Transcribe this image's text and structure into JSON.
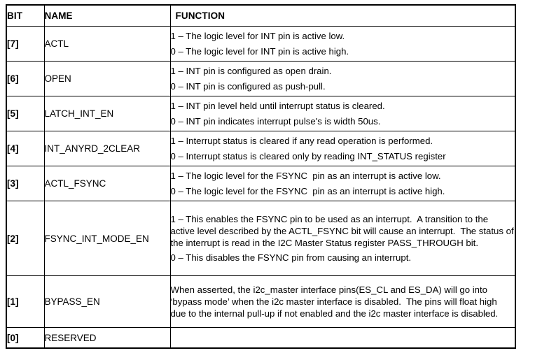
{
  "table": {
    "headers": {
      "bit": "BIT",
      "name": "NAME",
      "function": "FUNCTION"
    },
    "rows": [
      {
        "bit": "[7]",
        "name": "ACTL",
        "lines": [
          "1 – The logic level for INT pin is active low.",
          "0 – The logic level for INT pin is active high."
        ]
      },
      {
        "bit": "[6]",
        "name": "OPEN",
        "lines": [
          "1 – INT pin is configured as open drain.",
          "0 – INT pin is configured as push-pull."
        ]
      },
      {
        "bit": "[5]",
        "name": "LATCH_INT_EN",
        "lines": [
          "1 – INT pin level held until interrupt status is cleared.",
          "0 – INT pin indicates interrupt pulse's is width 50us."
        ]
      },
      {
        "bit": "[4]",
        "name": "INT_ANYRD_2CLEAR",
        "lines": [
          "1 – Interrupt status is cleared if any read operation is performed.",
          "0 – Interrupt status is cleared only by reading INT_STATUS register"
        ]
      },
      {
        "bit": "[3]",
        "name": "ACTL_FSYNC",
        "lines": [
          "1 – The logic level for the FSYNC  pin as an interrupt is active low.",
          "0 – The logic level for the FSYNC  pin as an interrupt is active high."
        ]
      },
      {
        "bit": "[2]",
        "name": "FSYNC_INT_MODE_EN",
        "lines": [
          "1 – This enables the FSYNC pin to be used as an interrupt.  A transition to the active level described by the ACTL_FSYNC bit will cause an interrupt.  The status of the interrupt is read in the I2C Master Status register PASS_THROUGH bit.",
          "0 – This disables the FSYNC pin from causing an interrupt."
        ]
      },
      {
        "bit": "[1]",
        "name": "BYPASS_EN",
        "lines": [
          "When asserted, the i2c_master interface pins(ES_CL and ES_DA) will go into ‘bypass mode’ when the i2c master interface is disabled.  The pins will float high due to the internal pull-up if not enabled and the i2c master interface is disabled."
        ]
      },
      {
        "bit": "[0]",
        "name": "RESERVED",
        "lines": []
      }
    ]
  }
}
